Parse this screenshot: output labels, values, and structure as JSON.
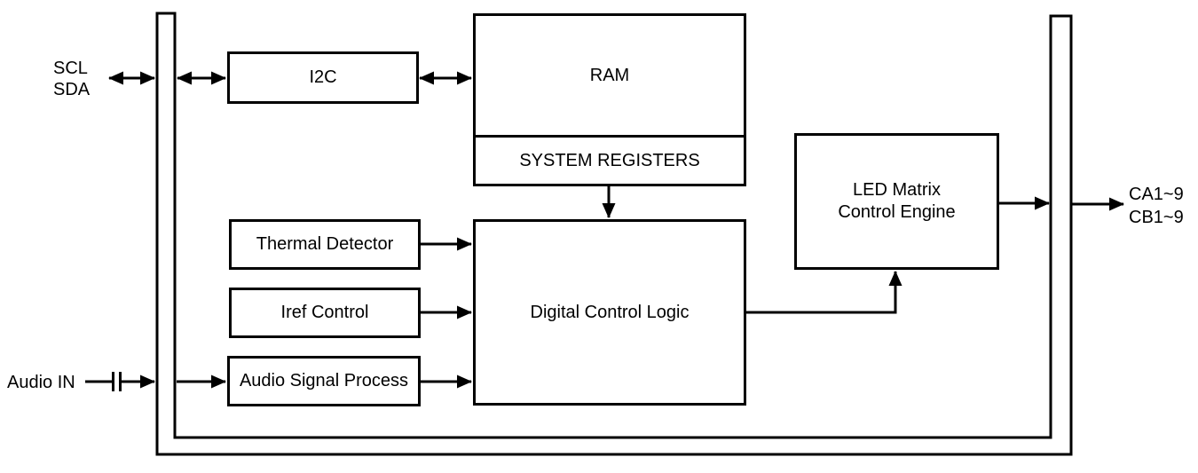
{
  "diagram": {
    "type": "block-diagram",
    "colors": {
      "line": "#000000",
      "background": "#ffffff"
    },
    "blocks": {
      "i2c": "I2C",
      "ram": "RAM",
      "system_registers": "SYSTEM REGISTERS",
      "thermal_detector": "Thermal Detector",
      "iref_control": "Iref Control",
      "audio_signal_process": "Audio Signal Process",
      "digital_control_logic": "Digital Control Logic",
      "led_matrix_control_engine_line1": "LED Matrix",
      "led_matrix_control_engine_line2": "Control Engine"
    },
    "ports": {
      "scl": "SCL",
      "sda": "SDA",
      "audio_in": "Audio IN",
      "ca": "CA1~9",
      "cb": "CB1~9"
    }
  }
}
